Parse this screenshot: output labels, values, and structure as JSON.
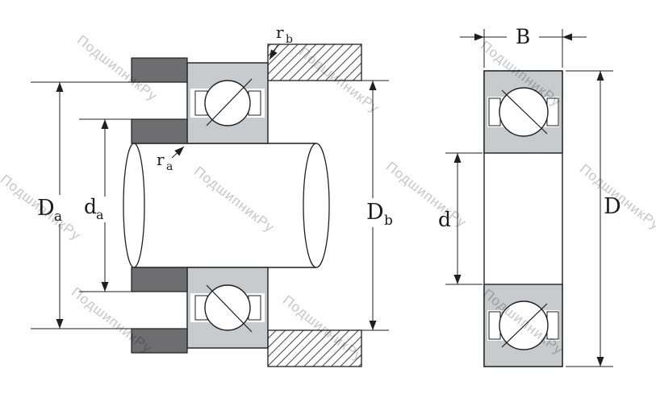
{
  "watermark": {
    "text": "ПодшипникРу"
  },
  "colors": {
    "ring_fill": "#c7cbce",
    "shoulder_fill": "#6e6e70",
    "line": "#1f1f1f",
    "watermark": "#c7c7c7"
  },
  "left_view": {
    "description": "bearing mounted in housing with shaft, axial section",
    "dims": {
      "Da": {
        "main": "D",
        "sub": "a"
      },
      "da": {
        "main": "d",
        "sub": "a"
      },
      "ra": {
        "main": "r",
        "sub": "a"
      },
      "rb": {
        "main": "r",
        "sub": "b"
      },
      "Db": {
        "main": "D",
        "sub": "b"
      }
    }
  },
  "right_view": {
    "description": "single angular contact bearing cross-section",
    "dims": {
      "B": "B",
      "d": "d",
      "D": "D"
    }
  }
}
